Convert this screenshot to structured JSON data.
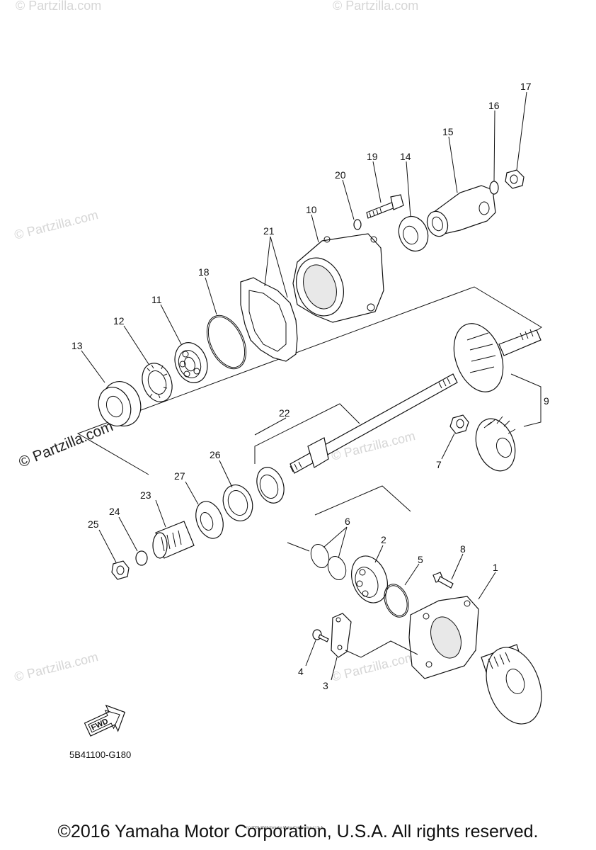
{
  "watermark": {
    "text": "© Partzilla.com",
    "main_text": "© Partzilla.com"
  },
  "callouts": [
    "1",
    "2",
    "3",
    "4",
    "5",
    "6",
    "7",
    "8",
    "9",
    "10",
    "11",
    "12",
    "13",
    "14",
    "15",
    "16",
    "17",
    "18",
    "19",
    "20",
    "21",
    "22",
    "23",
    "24",
    "25",
    "26",
    "27"
  ],
  "fwd_label": "FWD",
  "diagram_code": "5B41100-G180",
  "small_copyright": "(c) 2005-2016 Yamaha Motor Corporation, U.S.A.",
  "copyright": "©2016 Yamaha Motor Corporation, U.S.A. All rights reserved."
}
